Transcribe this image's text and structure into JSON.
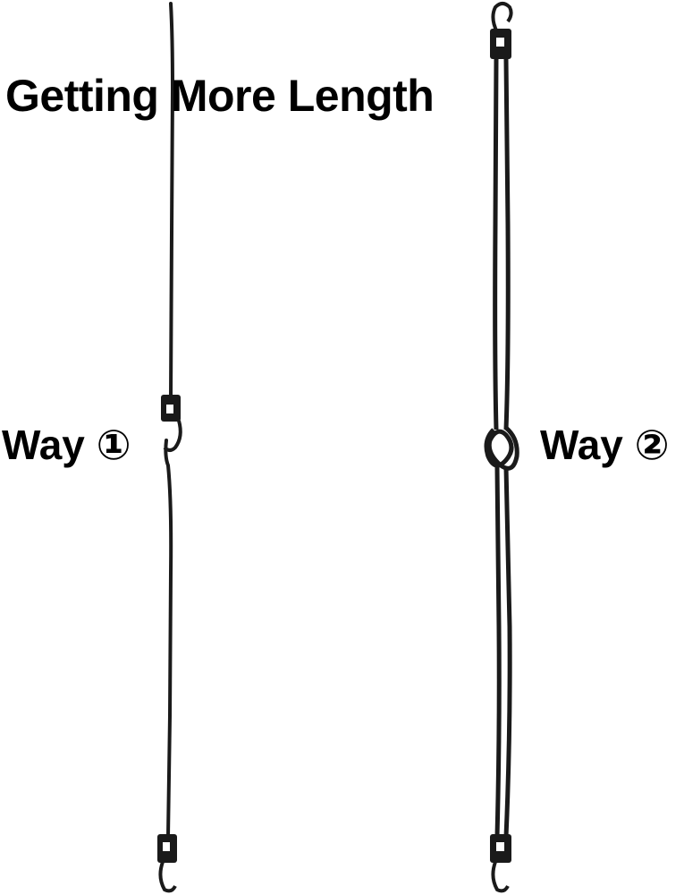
{
  "title": "Getting More Length",
  "labels": {
    "way1": "Way ①",
    "way2": "Way ②"
  },
  "colors": {
    "background": "#ffffff",
    "cord": "#1a1a1a",
    "text": "#000000"
  }
}
